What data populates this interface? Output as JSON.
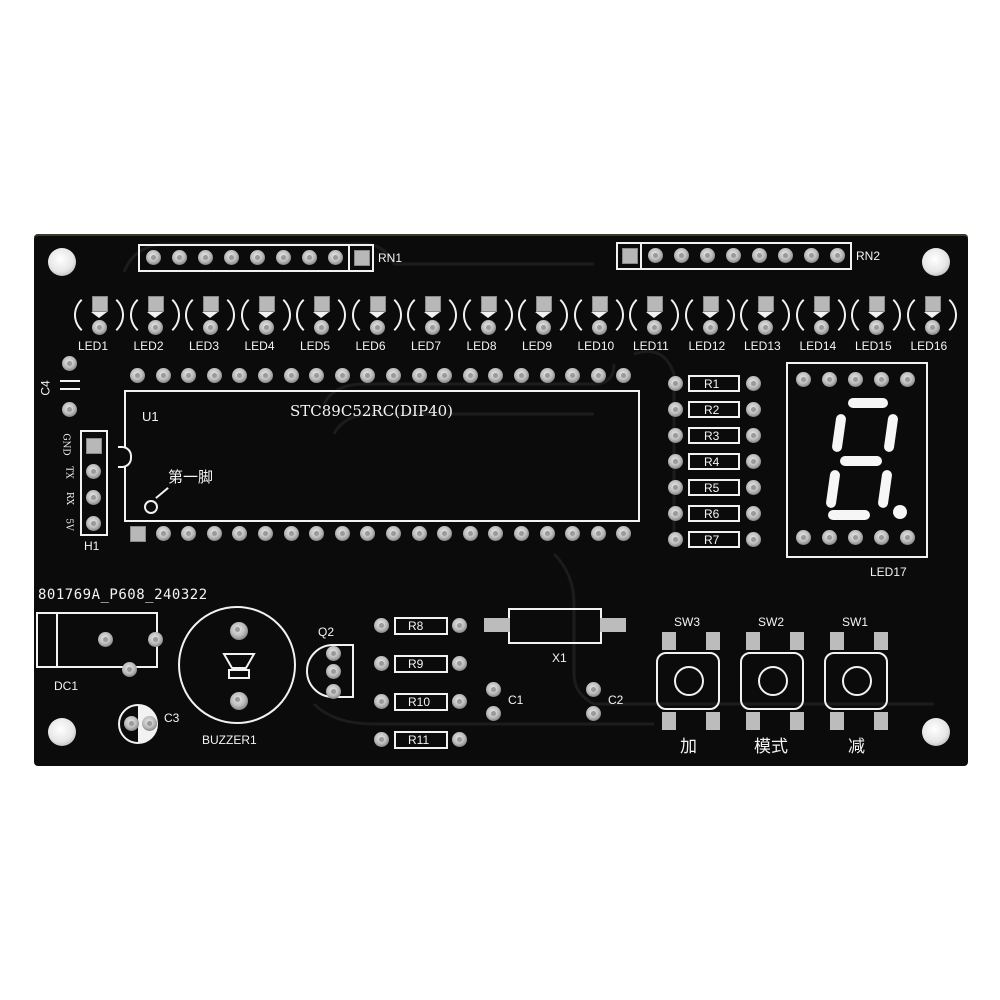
{
  "board": {
    "version_label": "801769A_P608_240322",
    "colors": {
      "pcb": "#0b0b0b",
      "silkscreen": "#f4f4f4",
      "pad": "#bdbdbd"
    }
  },
  "resistor_networks": [
    {
      "label": "RN1"
    },
    {
      "label": "RN2"
    }
  ],
  "leds": [
    "LED1",
    "LED2",
    "LED3",
    "LED4",
    "LED5",
    "LED6",
    "LED7",
    "LED8",
    "LED9",
    "LED10",
    "LED11",
    "LED12",
    "LED13",
    "LED14",
    "LED15",
    "LED16"
  ],
  "mcu": {
    "ref": "U1",
    "part": "STC89C52RC(DIP40)",
    "pin1_note": "第一脚"
  },
  "capacitors": {
    "c4": "C4",
    "c3": "C3",
    "c1": "C1",
    "c2": "C2"
  },
  "header": {
    "ref": "H1",
    "pins": [
      "GND",
      "TX",
      "RX",
      "5V"
    ]
  },
  "resistors_right": [
    "R1",
    "R2",
    "R3",
    "R4",
    "R5",
    "R6",
    "R7"
  ],
  "resistors_bottom": [
    "R8",
    "R9",
    "R10",
    "R11"
  ],
  "seven_segment": {
    "ref": "LED17"
  },
  "power": {
    "ref": "DC1"
  },
  "buzzer": {
    "ref": "BUZZER1"
  },
  "transistor": {
    "ref": "Q2"
  },
  "crystal": {
    "ref": "X1"
  },
  "switches": [
    {
      "ref": "SW3",
      "function": "加"
    },
    {
      "ref": "SW2",
      "function": "模式"
    },
    {
      "ref": "SW1",
      "function": "减"
    }
  ]
}
